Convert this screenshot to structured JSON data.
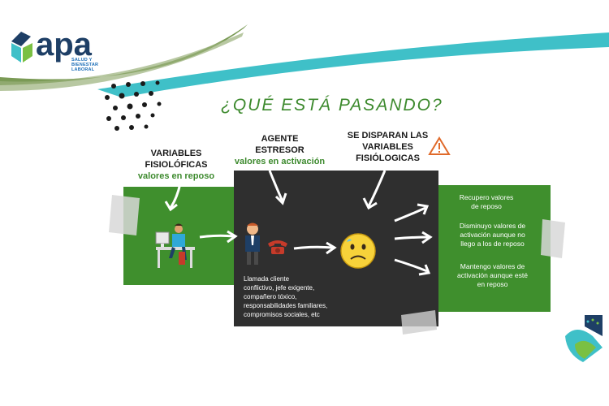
{
  "logo": {
    "name": "apa",
    "subtitle_line1": "SALUD Y",
    "subtitle_line2": "BIENESTAR LABORAL"
  },
  "title": "¿QUÉ ESTÁ PASANDO?",
  "col1": {
    "line1": "VARIABLES",
    "line2": "FISIOLÓFICAS",
    "sub": "valores en reposo"
  },
  "col2": {
    "line1": "AGENTE",
    "line2": "ESTRESOR",
    "sub": "valores en activación"
  },
  "col3": {
    "line1": "SE DISPARAN LAS",
    "line2": "VARIABLES",
    "line3": "FISIÓLOGICAS"
  },
  "stressors": [
    "Llamada cliente",
    "conflictivo, jefe exigente,",
    "compañero tóxico,",
    "responsabilidades familiares,",
    "compromisos sociales, etc"
  ],
  "outcomes": {
    "o1": [
      "Recupero valores",
      "de reposo"
    ],
    "o2": [
      "Disminuyo valores de",
      "activación aunque no",
      "llego a los de reposo"
    ],
    "o3": [
      "Mantengo valores de",
      "activación aunque esté",
      "en reposo"
    ]
  },
  "icons": [
    "warning-icon",
    "person-at-desk-icon",
    "stressed-man-icon",
    "telephone-icon",
    "sad-face-icon"
  ],
  "colors": {
    "green": "#3f8f2d",
    "dark": "#2f2f2f",
    "teal": "#3fc0c8",
    "olive": "#7a9a55",
    "title_green": "#3d8a2e",
    "navy": "#1e3f66"
  }
}
